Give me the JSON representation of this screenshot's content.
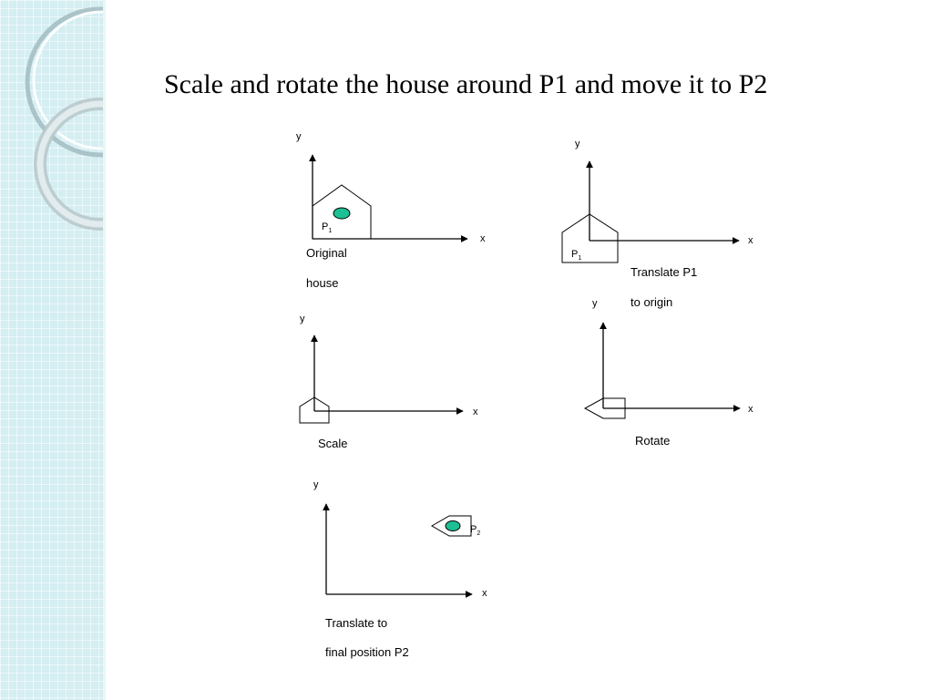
{
  "slide": {
    "title": "Scale and rotate the house around P1 and move it to P2"
  },
  "colors": {
    "point_fill": "#1dbf94",
    "side_panel": "#d4eef2"
  },
  "panels": [
    {
      "id": "original",
      "x_axis_label": "x",
      "y_axis_label": "y",
      "point_label": "P",
      "point_subscript": "1",
      "caption_lines": [
        "Original",
        "house"
      ]
    },
    {
      "id": "translate-p1",
      "x_axis_label": "x",
      "y_axis_label": "y",
      "point_label": "P",
      "point_subscript": "1",
      "caption_lines": [
        "Translate P1",
        "to origin"
      ]
    },
    {
      "id": "scale",
      "x_axis_label": "x",
      "y_axis_label": "y",
      "caption_lines": [
        "Scale"
      ]
    },
    {
      "id": "rotate",
      "x_axis_label": "x",
      "y_axis_label": "y",
      "caption_lines": [
        "Rotate"
      ]
    },
    {
      "id": "translate-final",
      "x_axis_label": "x",
      "y_axis_label": "y",
      "point_label": "P",
      "point_subscript": "2",
      "caption_lines": [
        "Translate to",
        "final position P2"
      ]
    }
  ]
}
